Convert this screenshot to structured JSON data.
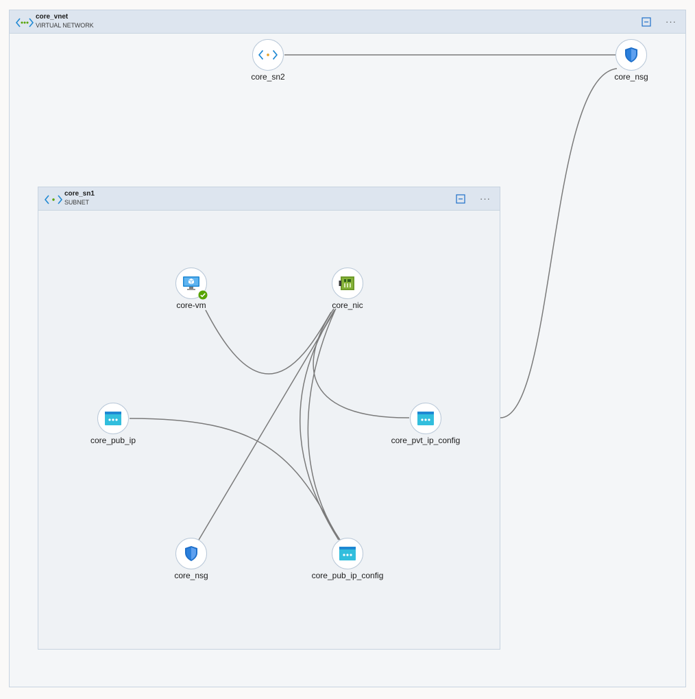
{
  "colors": {
    "edge": "#7a7a7a",
    "group_header": "#dde5ef",
    "node_border": "#b9c8d8",
    "icon_blue": "#1e88d3",
    "status_ok": "#57a300"
  },
  "vnet": {
    "name": "core_vnet",
    "type": "VIRTUAL NETWORK",
    "icon": "virtual-network-icon",
    "collapse_icon": "collapse-icon",
    "more_icon": "more-icon",
    "more_label": "···"
  },
  "subnet": {
    "name": "core_sn1",
    "type": "SUBNET",
    "icon": "subnet-icon",
    "collapse_icon": "collapse-icon",
    "more_icon": "more-icon",
    "more_label": "···"
  },
  "nodes": {
    "core_sn2": {
      "label": "core_sn2",
      "icon": "subnet-icon"
    },
    "core_nsg_top": {
      "label": "core_nsg",
      "icon": "network-security-group-icon"
    },
    "core_vm": {
      "label": "core-vm",
      "icon": "virtual-machine-icon",
      "status_icon": "check-circle-icon"
    },
    "core_nic": {
      "label": "core_nic",
      "icon": "network-interface-icon"
    },
    "core_pub_ip": {
      "label": "core_pub_ip",
      "icon": "public-ip-icon"
    },
    "core_pvt_ip_config": {
      "label": "core_pvt_ip_config",
      "icon": "ip-configuration-icon"
    },
    "core_nsg": {
      "label": "core_nsg",
      "icon": "network-security-group-icon"
    },
    "core_pub_ip_config": {
      "label": "core_pub_ip_config",
      "icon": "ip-configuration-icon"
    }
  }
}
